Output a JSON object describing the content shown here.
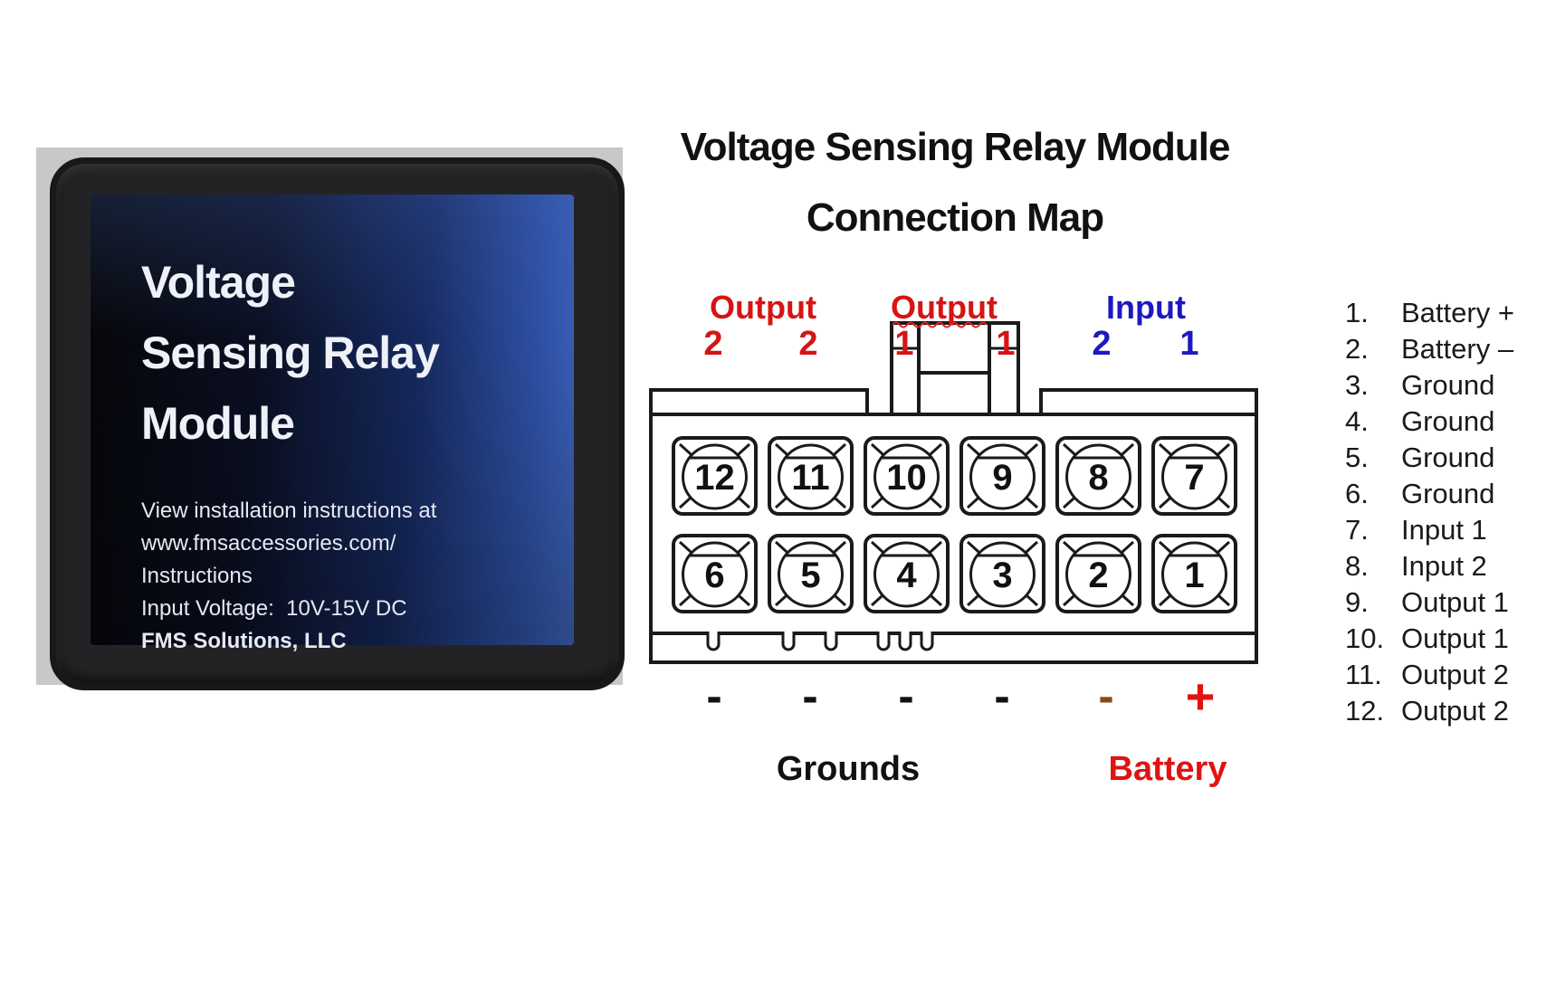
{
  "diagram_title": {
    "line1": "Voltage Sensing Relay Module",
    "line2": "Connection Map"
  },
  "device": {
    "name_lines": [
      "Voltage",
      "Sensing Relay",
      "Module"
    ],
    "info_lines": [
      "View installation instructions at",
      "www.fmsaccessories.com/",
      "Instructions",
      "Input Voltage:  10V-15V DC"
    ],
    "brand": "FMS Solutions, LLC"
  },
  "connector": {
    "groups": [
      {
        "label": "Output",
        "digits": [
          "2",
          "2"
        ]
      },
      {
        "label": "Output",
        "digits": [
          "1",
          "1"
        ]
      },
      {
        "label": "Input",
        "digits": [
          "2",
          "1"
        ]
      }
    ],
    "pins": [
      "12",
      "11",
      "10",
      "9",
      "8",
      "7",
      "6",
      "5",
      "4",
      "3",
      "2",
      "1"
    ],
    "polarity": {
      "grounds": [
        "-",
        "-",
        "-",
        "-"
      ],
      "battery_minus": "-",
      "battery_plus": "+"
    },
    "grounds_label": "Grounds",
    "battery_label": "Battery"
  },
  "pin_list": [
    {
      "num": "1.",
      "label": "Battery +"
    },
    {
      "num": "2.",
      "label": "Battery –"
    },
    {
      "num": "3.",
      "label": "Ground"
    },
    {
      "num": "4.",
      "label": "Ground"
    },
    {
      "num": "5.",
      "label": "Ground"
    },
    {
      "num": "6.",
      "label": "Ground"
    },
    {
      "num": "7.",
      "label": "Input 1"
    },
    {
      "num": "8.",
      "label": "Input 2"
    },
    {
      "num": "9.",
      "label": "Output 1"
    },
    {
      "num": "10.",
      "label": "Output 1"
    },
    {
      "num": "11.",
      "label": "Output 2"
    },
    {
      "num": "12.",
      "label": "Output 2"
    }
  ],
  "colors": {
    "output_red": "#d61414",
    "input_blue": "#1d18c0",
    "battery_red": "#e01212",
    "ground_black": "#111111",
    "battery_minus_brown": "#8a4a15"
  }
}
